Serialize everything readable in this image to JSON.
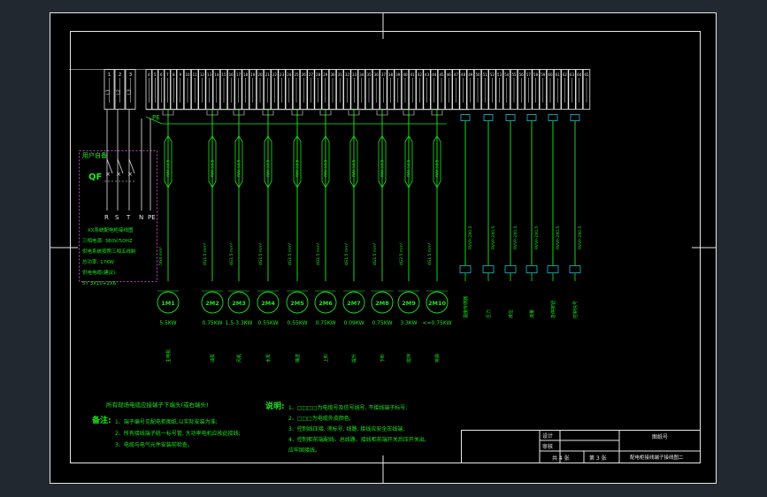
{
  "terminals": [
    "1",
    "2",
    "3",
    "4",
    "5",
    "6",
    "7",
    "8",
    "9",
    "10",
    "11",
    "12",
    "13",
    "14",
    "15",
    "16",
    "17",
    "18",
    "19",
    "20",
    "21",
    "22",
    "23",
    "24",
    "25",
    "26",
    "27",
    "28",
    "29",
    "30",
    "31",
    "32",
    "33",
    "34",
    "35",
    "36",
    "37",
    "38",
    "39",
    "40",
    "41",
    "42",
    "43",
    "44",
    "45",
    "46",
    "47",
    "48",
    "49",
    "50",
    "51",
    "52",
    "53",
    "54",
    "55",
    "56",
    "57",
    "58",
    "59",
    "60",
    "61",
    "62",
    "63",
    "64",
    "65"
  ],
  "phase_labels": [
    "L1",
    "L2",
    "L3"
  ],
  "pe_label": "PE",
  "panel": {
    "title": "用户自备",
    "breaker": "QF",
    "lines": [
      "R",
      "S",
      "T",
      "N",
      "PE"
    ],
    "desc": [
      "XX系统配电柜接线图",
      "三相电源: 380V/50HZ",
      "供电系统按照三相五线制",
      "总功率: 17KW",
      "供电电缆(建议):",
      "5Y 3X10+2X6"
    ]
  },
  "motors": [
    {
      "id": "1M1",
      "power": "5.5KW",
      "name": "主电机"
    },
    {
      "id": "2M2",
      "power": "0.75KW",
      "name": "油泵"
    },
    {
      "id": "2M3",
      "power": "1.5-3.3KW",
      "name": "风机"
    },
    {
      "id": "2M4",
      "power": "0.55KW",
      "name": "水泵"
    },
    {
      "id": "2M5",
      "power": "0.55KW",
      "name": "输送"
    },
    {
      "id": "2M6",
      "power": "0.75KW",
      "name": "上料"
    },
    {
      "id": "2M7",
      "power": "0.09KW",
      "name": "提升"
    },
    {
      "id": "2M8",
      "power": "0.75KW",
      "name": "下料"
    },
    {
      "id": "2M9",
      "power": "3.3KW",
      "name": "搅拌"
    },
    {
      "id": "2M10",
      "power": "<=0.75KW",
      "name": "排屑"
    }
  ],
  "cable_labels": [
    "5G4 mm²",
    "4G1.5 mm²",
    "4G1.5 mm²",
    "4G1.5 mm²",
    "4G1.5 mm²",
    "4G1.5 mm²",
    "4G1.5 mm²",
    "4G1.5 mm²",
    "4G2.5 mm²",
    "4G1.5 mm²"
  ],
  "cable_types": [
    "RVV-3.0.5",
    "RVV-3.0.5",
    "RVV-3.0.5",
    "RVV-3.0.5",
    "RVV-3.0.5",
    "RVV-3.0.5",
    "RVV-3.0.5",
    "RVV-3.0.5",
    "RVV-3.0.5",
    "RVV-3.0.5"
  ],
  "signals": [
    {
      "name": "温度传感器",
      "label": "RVVP-2X0.5"
    },
    {
      "name": "压力",
      "label": "RVVP-2X0.5"
    },
    {
      "name": "液位",
      "label": "RVVP-2X0.5"
    },
    {
      "name": "流量",
      "label": "RVVP-2X0.5"
    },
    {
      "name": "急停按钮",
      "label": "RVVP-2X0.5"
    },
    {
      "name": "控制信号",
      "label": "RVVP-2X0.5"
    }
  ],
  "notes_left": {
    "header": "所有现场电缆应接端子下端头(或右端头)",
    "title": "备注:",
    "items": [
      "1、端子编号见配电柜图纸,以实际安装为准;",
      "2、所有接线端子统一标号管, 大功率电机应按此接线;",
      "3、电缆与电气元件安装前检查。"
    ]
  },
  "notes_right": {
    "title": "说明:",
    "items": [
      "1、□□□□为电缆号及信号线号, 不接线端子标号;",
      "2、□□□为电缆外皮颜色;",
      "3、控制线压接, 须标号, 线路, 接线应安全压线端;",
      "4、控制柜前端配线、总线路、接线柜前端开关后压开关出,",
      "   应牢固接线。"
    ]
  },
  "title_block": {
    "labels": [
      "设计",
      "审核"
    ],
    "sheet": "共 4 张",
    "page": "第 3 张",
    "drawing_no": "图纸号",
    "drawing_title": "配电柜接线端子接线图二"
  }
}
